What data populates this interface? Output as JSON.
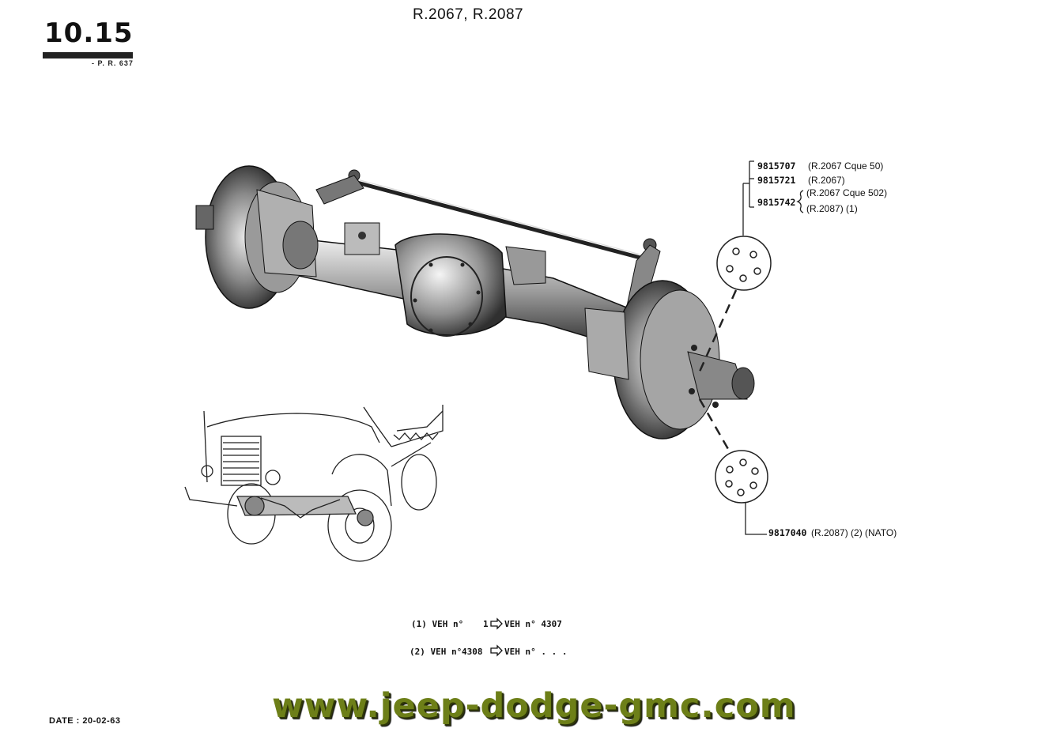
{
  "header": {
    "page_number": "10.15",
    "ref_code": "- P. R. 637",
    "models_title": "R.2067, R.2087"
  },
  "parts_list": {
    "top_group": [
      {
        "part": "9815707",
        "model": "(R.2067 Cque 50)"
      },
      {
        "part": "9815721",
        "model": "(R.2067)"
      },
      {
        "part": "9815742",
        "model_a": "(R.2067  Cque 502)",
        "model_b": "(R.2087)  (1)"
      }
    ],
    "bottom_group": [
      {
        "part": "9817040",
        "model": "(R.2087) (2) (NATO)"
      }
    ]
  },
  "footnotes": [
    {
      "mark": "(1) VEH n°",
      "from": "1",
      "to": "VEH n° 4307"
    },
    {
      "mark": "(2) VEH n°",
      "from": "4308",
      "to": "VEH n° . . ."
    }
  ],
  "date": "DATE : 20-02-63",
  "watermark": "www.jeep-dodge-gmc.com",
  "colors": {
    "ink": "#1a1a1a",
    "watermark_green": "#6d7f18"
  }
}
